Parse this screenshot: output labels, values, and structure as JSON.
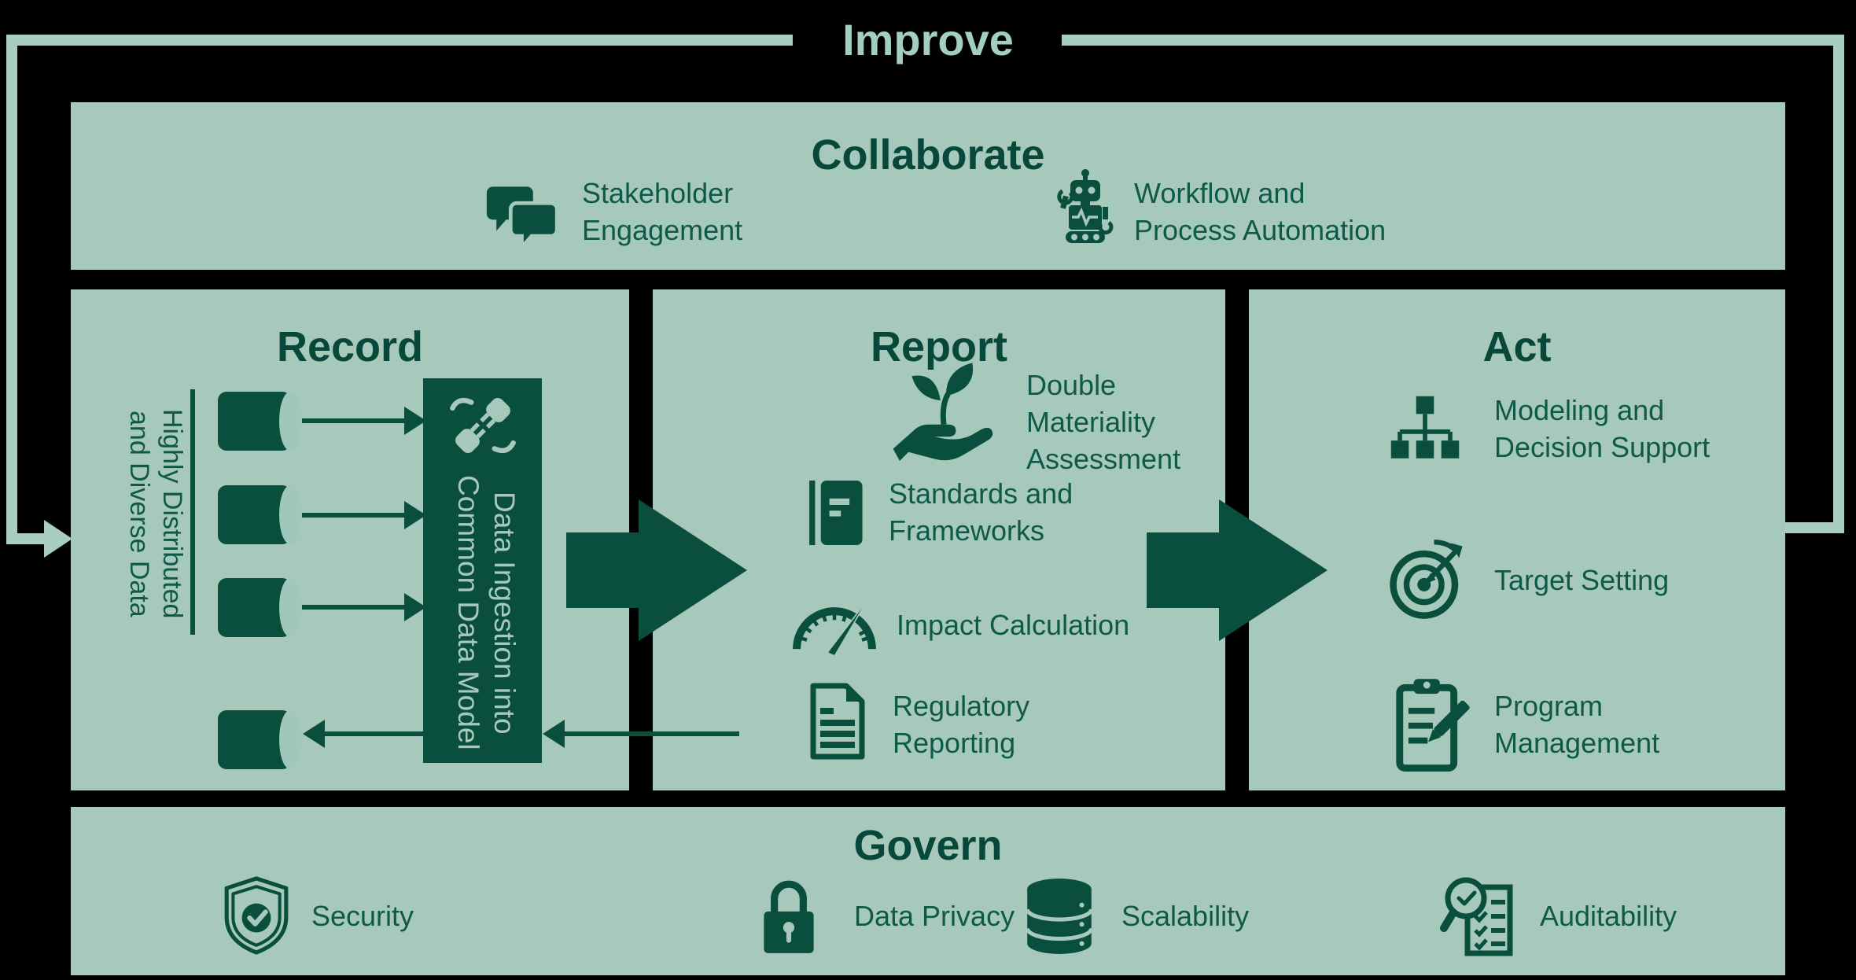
{
  "colors": {
    "background": "#000000",
    "panel": "#a6c9bc",
    "dark_green": "#0a4f3d",
    "title_green": "#07483a",
    "text_green": "#0e5948",
    "loop_line": "#a9cec1",
    "improve_text": "#a3cfc0",
    "cylinder_cap": "#9fc8ba"
  },
  "improve": {
    "label": "Improve"
  },
  "collaborate": {
    "title": "Collaborate",
    "items": [
      {
        "icon": "chat-bubbles-icon",
        "label": "Stakeholder\nEngagement"
      },
      {
        "icon": "robot-icon",
        "label": "Workflow and\nProcess Automation"
      }
    ]
  },
  "record": {
    "title": "Record",
    "source_label": "Highly Distributed\nand Diverse Data",
    "ingestion_label": "Data Ingestion into\nCommon Data Model",
    "ingestion_icon": "plug-connection-icon",
    "source_icon": "database-cylinder-icon"
  },
  "report": {
    "title": "Report",
    "items": [
      {
        "icon": "plant-in-hand-icon",
        "label": "Double Materiality\nAssessment"
      },
      {
        "icon": "book-icon",
        "label": "Standards and\nFrameworks"
      },
      {
        "icon": "gauge-icon",
        "label": "Impact Calculation"
      },
      {
        "icon": "document-icon",
        "label": "Regulatory\nReporting"
      }
    ]
  },
  "act": {
    "title": "Act",
    "items": [
      {
        "icon": "org-chart-icon",
        "label": "Modeling and\nDecision Support"
      },
      {
        "icon": "target-icon",
        "label": "Target Setting"
      },
      {
        "icon": "clipboard-pencil-icon",
        "label": "Program\nManagement"
      }
    ]
  },
  "govern": {
    "title": "Govern",
    "items": [
      {
        "icon": "shield-check-icon",
        "label": "Security"
      },
      {
        "icon": "padlock-icon",
        "label": "Data Privacy"
      },
      {
        "icon": "database-stack-icon",
        "label": "Scalability"
      },
      {
        "icon": "magnifier-checklist-icon",
        "label": "Auditability"
      }
    ]
  }
}
